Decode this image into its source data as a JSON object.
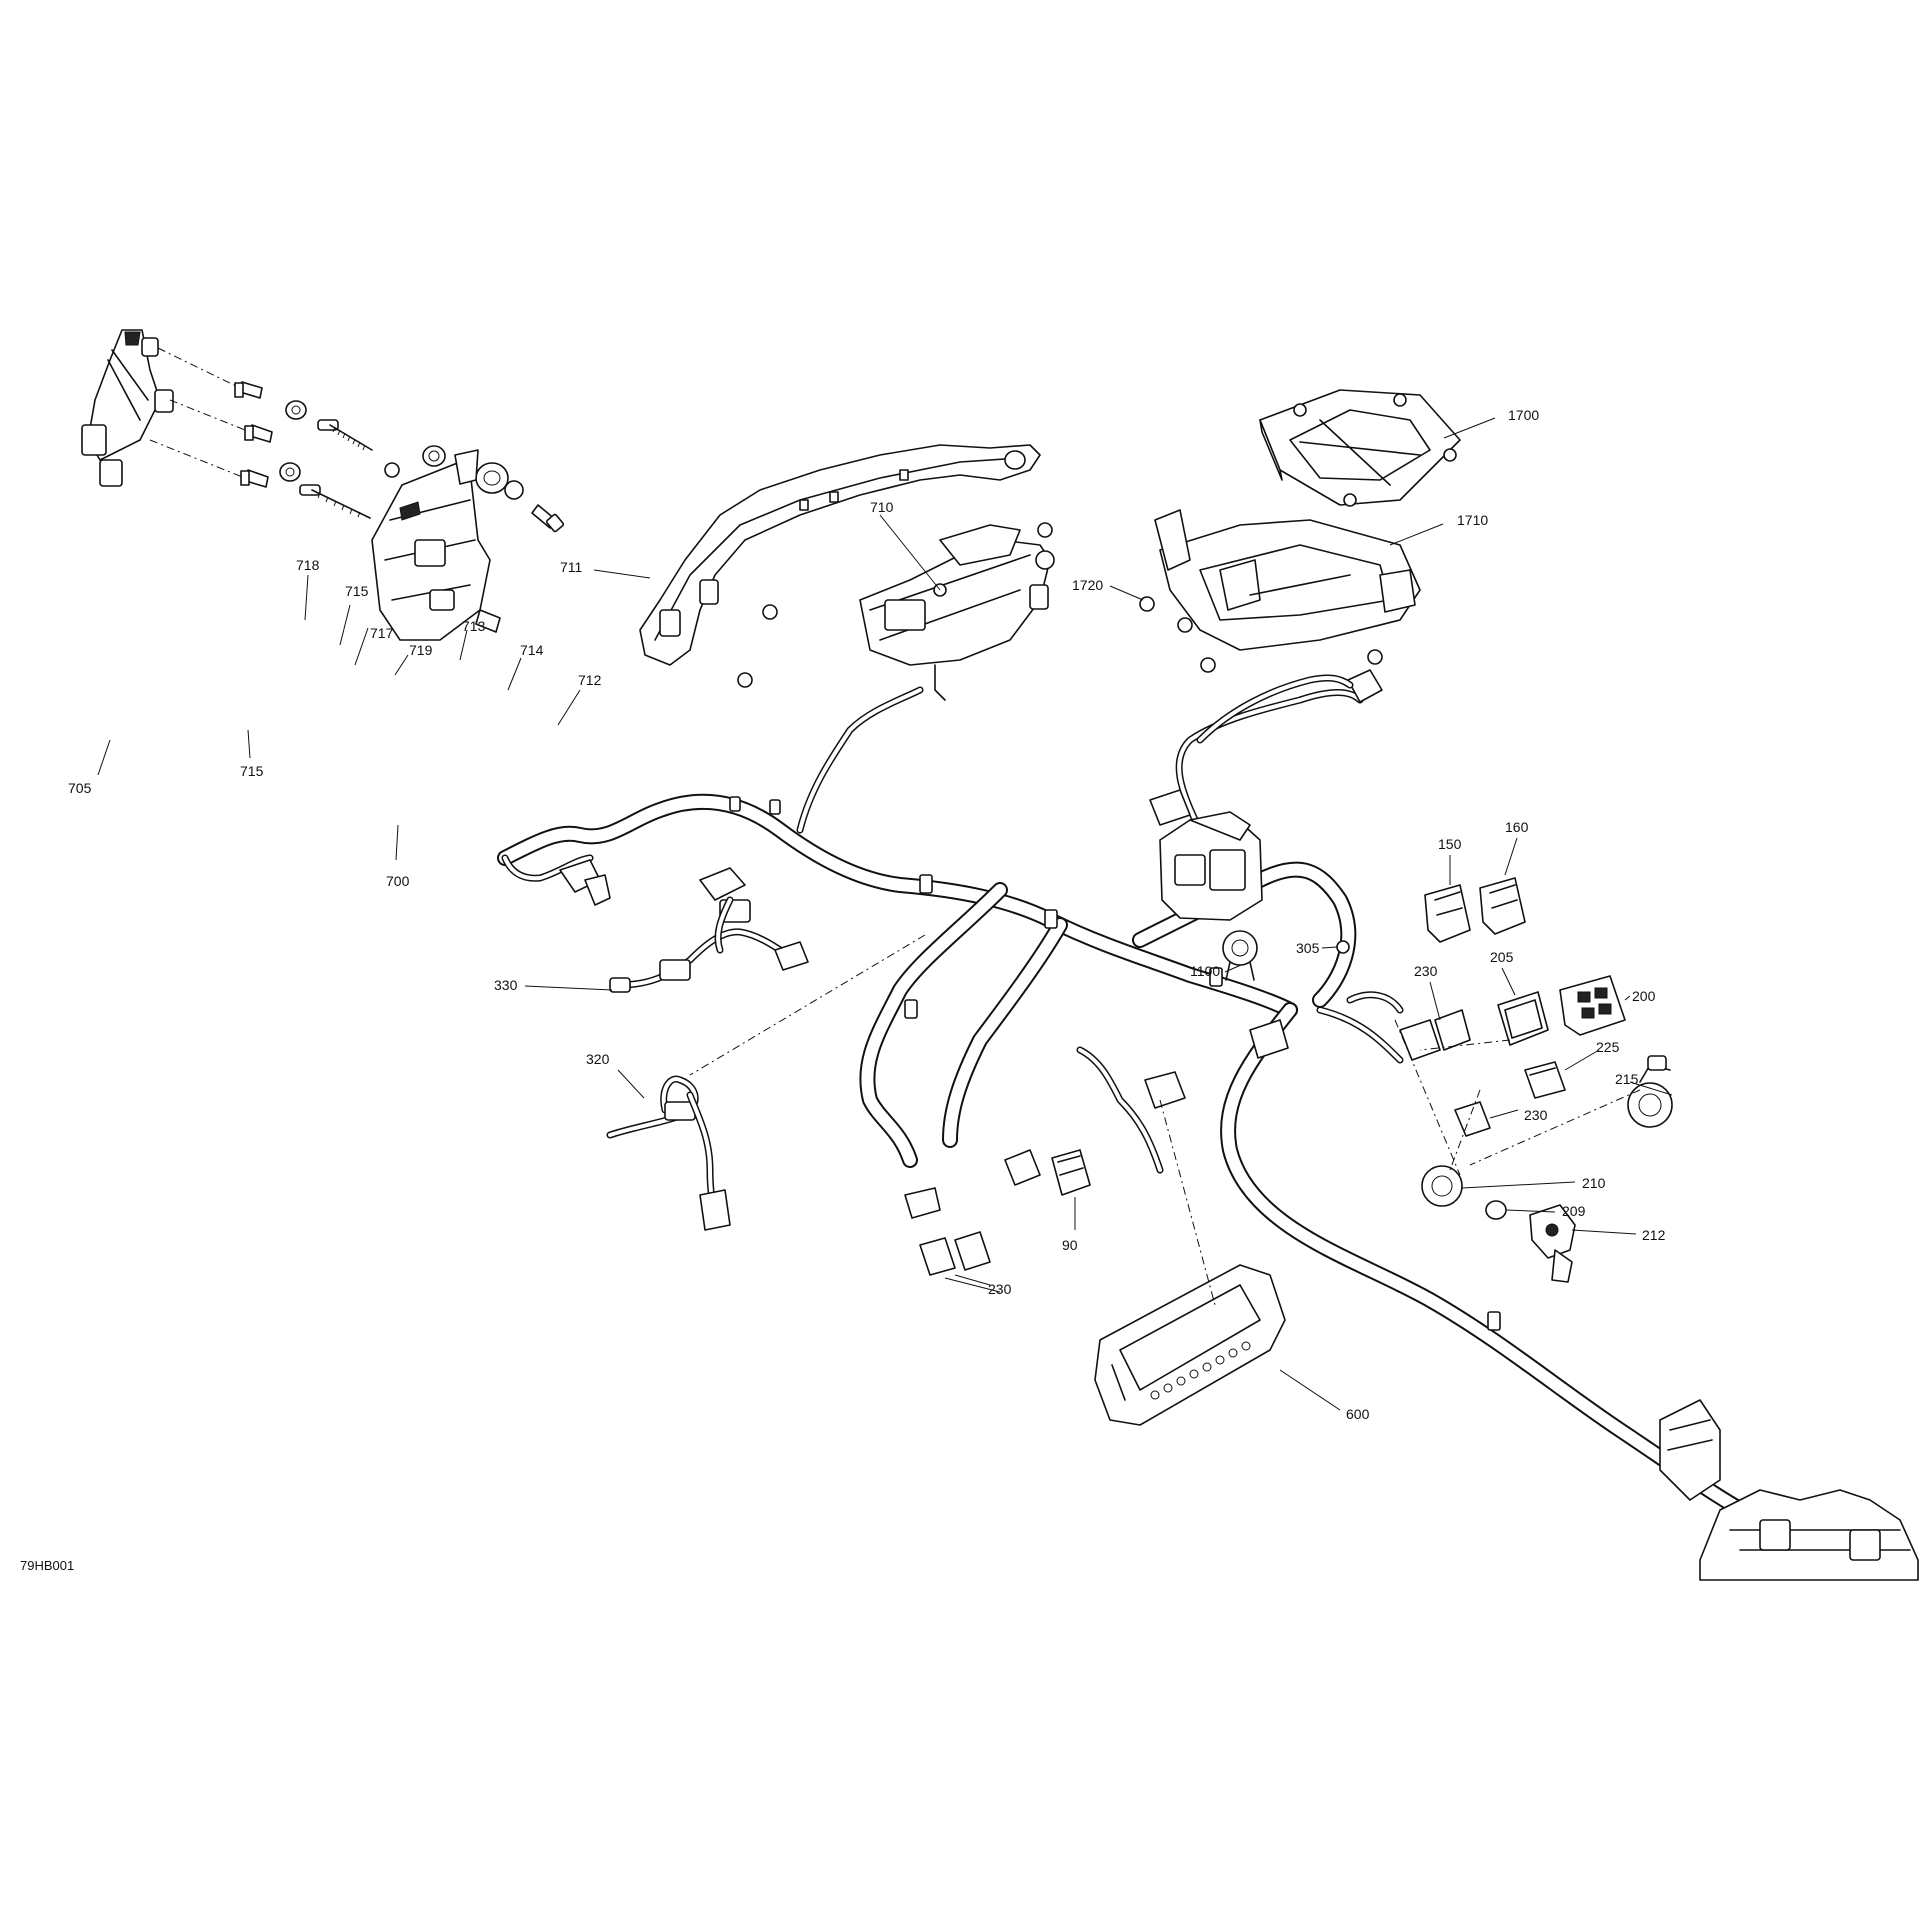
{
  "figure_code": "79HB001",
  "callouts": {
    "c705": "705",
    "c718": "718",
    "c715a": "715",
    "c717": "717",
    "c719": "719",
    "c713": "713",
    "c714": "714",
    "c712": "712",
    "c715b": "715",
    "c700": "700",
    "c711": "711",
    "c710": "710",
    "c1700": "1700",
    "c1710": "1710",
    "c1720": "1720",
    "c150": "150",
    "c160": "160",
    "c1100": "1100",
    "c305": "305",
    "c230a": "230",
    "c205": "205",
    "c200": "200",
    "c225": "225",
    "c215": "215",
    "c230b": "230",
    "c210": "210",
    "c209": "209",
    "c212": "212",
    "c330": "330",
    "c320": "320",
    "c90": "90",
    "c230c": "230",
    "c600": "600"
  }
}
